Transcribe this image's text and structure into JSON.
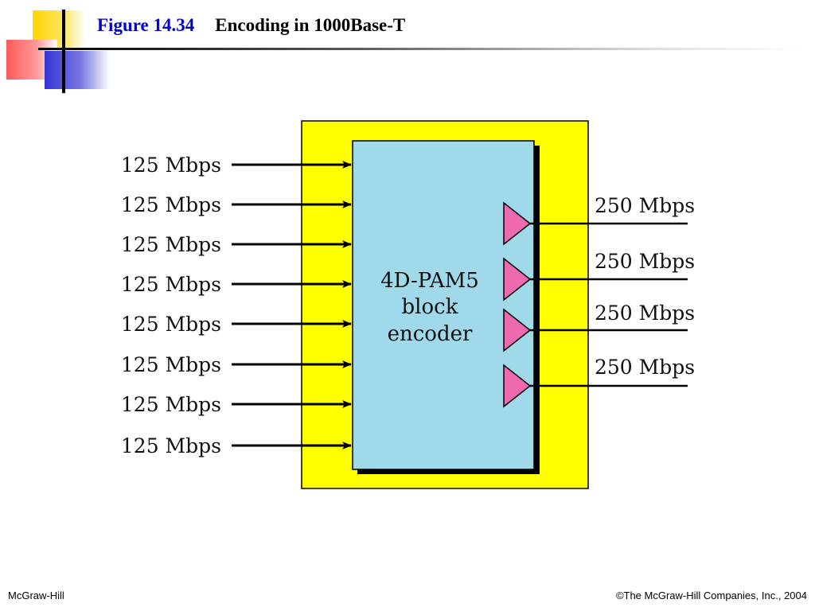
{
  "header": {
    "figure_number": "Figure 14.34",
    "title": "Encoding in 1000Base-T"
  },
  "diagram": {
    "encoder_lines": [
      "4D-PAM5",
      "block",
      "encoder"
    ],
    "inputs": [
      "125 Mbps",
      "125 Mbps",
      "125 Mbps",
      "125 Mbps",
      "125 Mbps",
      "125 Mbps",
      "125 Mbps",
      "125 Mbps"
    ],
    "outputs": [
      "250 Mbps",
      "250 Mbps",
      "250 Mbps",
      "250 Mbps"
    ],
    "colors": {
      "outer_box": "#ffff00",
      "encoder_box": "#9fd9ea",
      "driver": "#ec6aad",
      "shadow": "#000000"
    }
  },
  "footer": {
    "left": "McGraw-Hill",
    "right": "©The McGraw-Hill Companies, Inc., 2004"
  }
}
